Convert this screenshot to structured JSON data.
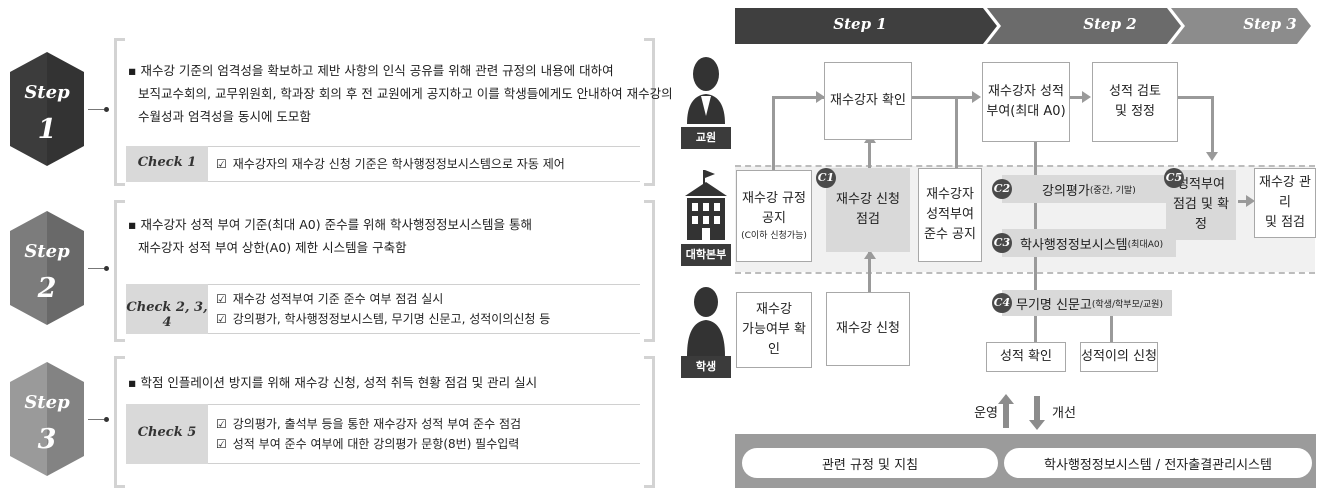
{
  "steps": [
    {
      "word": "Step",
      "number": "1",
      "lines": [
        "▪ 재수강 기준의 엄격성을 확보하고 제반 사항의 인식 공유를 위해 관련 규정의 내용에 대하여",
        "보직교수회의, 교무위원회, 학과장 회의 후 전 교원에게 공지하고 이를 학생들에게도 안내하여 재수강의",
        "수월성과 엄격성을 동시에 도모함"
      ],
      "check_label": "Check 1",
      "check_items": [
        "재수강자의 재수강 신청 기준은 학사행정정보시스템으로 자동 제어"
      ]
    },
    {
      "word": "Step",
      "number": "2",
      "lines": [
        "▪ 재수강자 성적 부여 기준(최대 A0) 준수를 위해 학사행정정보시스템을 통해",
        "재수강자 성적 부여 상한(A0) 제한 시스템을 구축함"
      ],
      "check_label": "Check 2, 3, 4",
      "check_items": [
        "재수강 성적부여 기준 준수 여부 점검 실시",
        "강의평가, 학사행정정보시스템, 무기명 신문고, 성적이의신청 등"
      ]
    },
    {
      "word": "Step",
      "number": "3",
      "lines": [
        "▪ 학점 인플레이션 방지를 위해 재수강 신청, 성적 취득 현황 점검 및 관리 실시"
      ],
      "check_label": "Check 5",
      "check_items": [
        "강의평가, 출석부 등을 통한 재수강자 성적 부여 준수 점검",
        "성적 부여 준수 여부에 대한 강의평가 문항(8번) 필수입력"
      ]
    }
  ],
  "check_mark": "☑",
  "flow": {
    "headers": [
      "Step 1",
      "Step 2",
      "Step 3"
    ],
    "roles": [
      "교원",
      "대학본부",
      "학생"
    ],
    "boxes": {
      "confirm": "재수강자 확인",
      "grade_assign": [
        "재수강자 성적",
        "부여(최대 A0)"
      ],
      "grade_review": [
        "성적 검토",
        "및 정정"
      ],
      "notice": [
        "재수강 규정",
        "공지"
      ],
      "notice_sub": "(C이하 신청가능)",
      "apply_check": [
        "재수강 신청",
        "점검"
      ],
      "grade_notice": [
        "재수강자",
        "성적부여",
        "준수 공지"
      ],
      "finalize": [
        "성적부여",
        "점검 및 확정"
      ],
      "manage": [
        "재수강 관리",
        "및 점검"
      ],
      "eligibility": [
        "재수강",
        "가능여부 확인"
      ],
      "apply": "재수강 신청",
      "grade_confirm": "성적 확인",
      "grade_appeal": "성적이의 신청"
    },
    "bars": {
      "eval_main": "강의평가",
      "eval_sub": "(중간, 기말)",
      "system_main": "학사행정정보시스템",
      "system_sub": "(최대A0)",
      "petition_main": "무기명 신문고",
      "petition_sub": "(학생/학부모/교원)"
    },
    "badges": [
      "C1",
      "C2",
      "C3",
      "C4",
      "C5"
    ],
    "operate": "운영",
    "improve": "개선",
    "bottom": [
      "관련 규정 및 지침",
      "학사행정정보시스템 / 전자출결관리시스템"
    ]
  }
}
